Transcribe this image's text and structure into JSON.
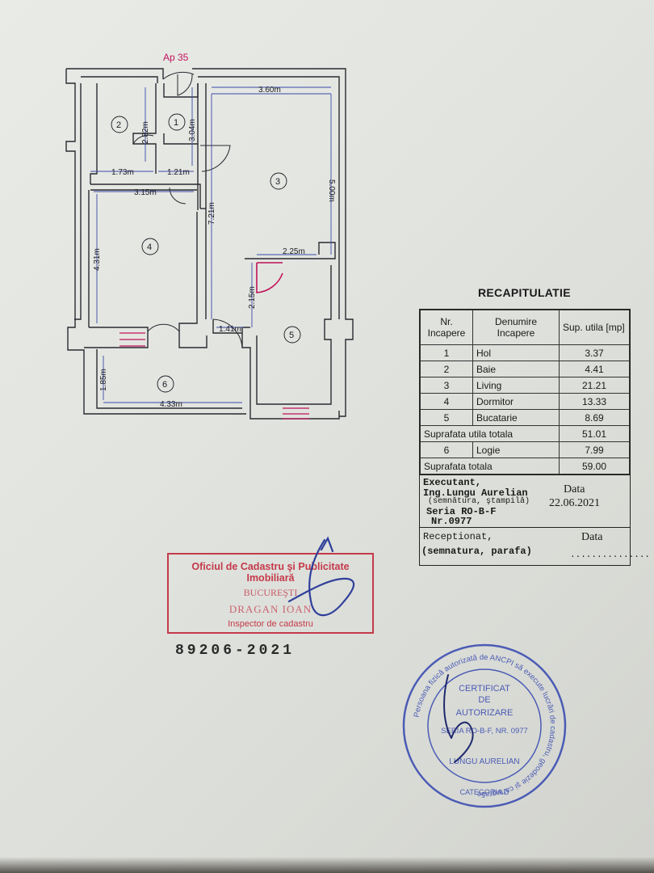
{
  "plan": {
    "apartment_label": "Ap 35",
    "rooms": [
      {
        "no": "1"
      },
      {
        "no": "2"
      },
      {
        "no": "3"
      },
      {
        "no": "4"
      },
      {
        "no": "5"
      },
      {
        "no": "6"
      }
    ],
    "dimensions": [
      "3.60m",
      "2.82m",
      "3.04m",
      "1.73m",
      "1.21m",
      "5.00m",
      "3.15m",
      "7.21m",
      "2.25m",
      "4.31m",
      "2.15m",
      "1.41m",
      "1.85m",
      "4.33m"
    ]
  },
  "recap": {
    "title": "RECAPITULATIE",
    "headers": {
      "nr": "Nr. Incapere",
      "name": "Denumire Incapere",
      "area": "Sup. utila [mp]"
    },
    "rows": [
      {
        "nr": "1",
        "name": "Hol",
        "area": "3.37"
      },
      {
        "nr": "2",
        "name": "Baie",
        "area": "4.41"
      },
      {
        "nr": "3",
        "name": "Living",
        "area": "21.21"
      },
      {
        "nr": "4",
        "name": "Dormitor",
        "area": "13.33"
      },
      {
        "nr": "5",
        "name": "Bucatarie",
        "area": "8.69"
      }
    ],
    "usable_total_label": "Suprafata utila totala",
    "usable_total_value": "51.01",
    "logie": {
      "nr": "6",
      "name": "Logie",
      "area": "7.99"
    },
    "total_label": "Suprafata totala",
    "total_value": "59.00",
    "executant": {
      "line1": "Executant,",
      "line2": "Ing.Lungu Aurelian",
      "line3": "(semnătura, ştampilă)",
      "line4": "Seria RO-B-F",
      "line5": "Nr.0977",
      "date_label": "Data",
      "date": "22.06.2021"
    },
    "received": {
      "line1": "Receptionat,",
      "line2": "(semnatura, parafa)",
      "date_label": "Data",
      "dots": "..............."
    }
  },
  "stamp": {
    "line1": "Oficiul de Cadastru şi Publicitate Imobiliară",
    "line2": "BUCUREŞTI",
    "line3": "DRAGAN IOAN",
    "line4": "Inspector de cadastru",
    "color": "#c43a4a"
  },
  "registration_number": "89206-2021",
  "seal": {
    "outer_text": "Persoana fizică autorizată de ANCPI să execute lucrări de cadastru, geodezie şi cartografie",
    "category": "CATEGORIA D",
    "line1": "CERTIFICAT",
    "line2": "DE",
    "line3": "AUTORIZARE",
    "line4": "SERIA RO-B-F, NR. 0977",
    "line5": "LUNGU AURELIAN",
    "color": "#4a5bb5"
  }
}
